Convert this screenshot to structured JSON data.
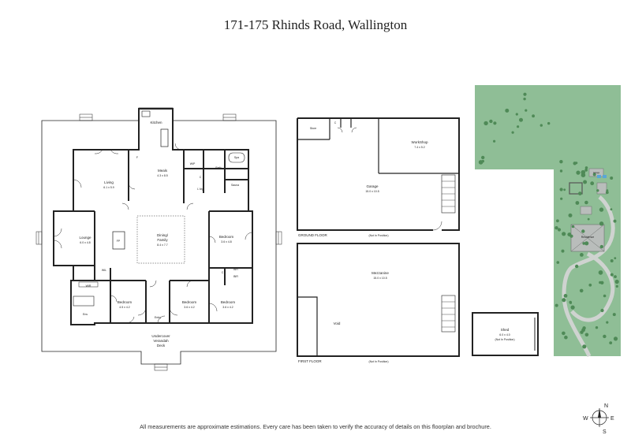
{
  "title": "171-175 Rhinds Road, Wallington",
  "house": {
    "rooms": {
      "kitchen": "Kitchen",
      "meals": "Meals",
      "meals_dim": "4.3 x 8.5",
      "living": "Living",
      "living_dim": "6.1 x 5.9",
      "wip": "WIP",
      "spa": "Spa",
      "bath": "Bath",
      "sauna": "Sauna",
      "ldry": "L'dry",
      "c": "C",
      "f": "F",
      "lounge": "Lounge",
      "lounge_dim": "6.0 x 4.8",
      "fp": "FP",
      "dining": "Dining/\nFamily",
      "dining_line1": "Dining/",
      "dining_line2": "Family",
      "dining_dim": "8.4 x 7.7",
      "bedroom": "Bedroom",
      "bedroom_e_dim": "3.6 x 4.8",
      "bir": "BIR",
      "wil": "WIL",
      "wir": "WIR",
      "ens": "Ens",
      "bedroom1_dim": "4.5 x 4.2",
      "bedroom2_dim": "3.6 x 4.2",
      "bedroom3_dim": "3.6 x 4.2",
      "entry": "Entry",
      "deck_line1": "Undercover",
      "deck_line2": "Verandah",
      "deck_line3": "Deck"
    }
  },
  "garage": {
    "store": "Store",
    "c": "C",
    "workshop": "WorkShop",
    "workshop_dim": "7.4 x 5.2",
    "garage": "Garage",
    "garage_dim": "15.0 x 10.5",
    "ground_floor": "GROUND FLOOR",
    "not_in_position": "(Not In Position)",
    "mezzanine": "Mezzanine",
    "mezzanine_dim": "15.0 x 10.5",
    "void": "Void",
    "first_floor": "FIRST FLOOR"
  },
  "shed": {
    "label": "Shed",
    "dim": "6.0 x 4.0",
    "note": "(Not In Position)"
  },
  "site": {
    "residence": "Residence",
    "garage": "Garage"
  },
  "compass": {
    "n": "N",
    "e": "E",
    "s": "S",
    "w": "W"
  },
  "footer": "All measurements are approximate estimations. Every care has been taken to verify the accuracy of details on this floorplan and brochure.",
  "colors": {
    "site_green": "#8fbe96",
    "tree_green": "#4f8a57",
    "path_grey": "#cfd3d0",
    "wall": "#222222"
  }
}
